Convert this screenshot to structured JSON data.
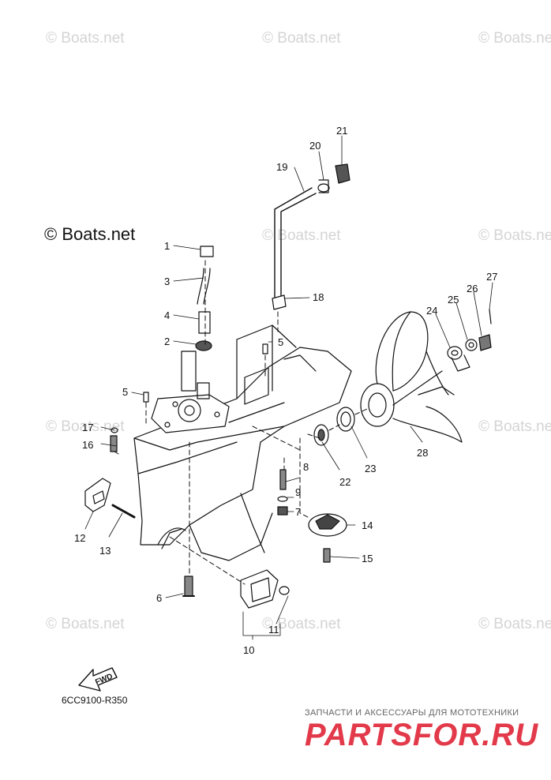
{
  "watermark": "© Boats.net",
  "main_watermark": "© Boats.net",
  "diagram_code": "6CC9100-R350",
  "fwd_label": "FWD",
  "shop": {
    "tagline": "ЗАПЧАСТИ И АКСЕССУАРЫ ДЛЯ МОТОТЕХНИКИ",
    "logo": "PARTSFOR.RU",
    "color": "#e23a4a"
  },
  "callouts": [
    "1",
    "2",
    "3",
    "4",
    "5",
    "5",
    "6",
    "7",
    "8",
    "9",
    "10",
    "11",
    "12",
    "13",
    "14",
    "15",
    "16",
    "17",
    "18",
    "19",
    "20",
    "21",
    "22",
    "23",
    "24",
    "25",
    "26",
    "27",
    "28"
  ]
}
